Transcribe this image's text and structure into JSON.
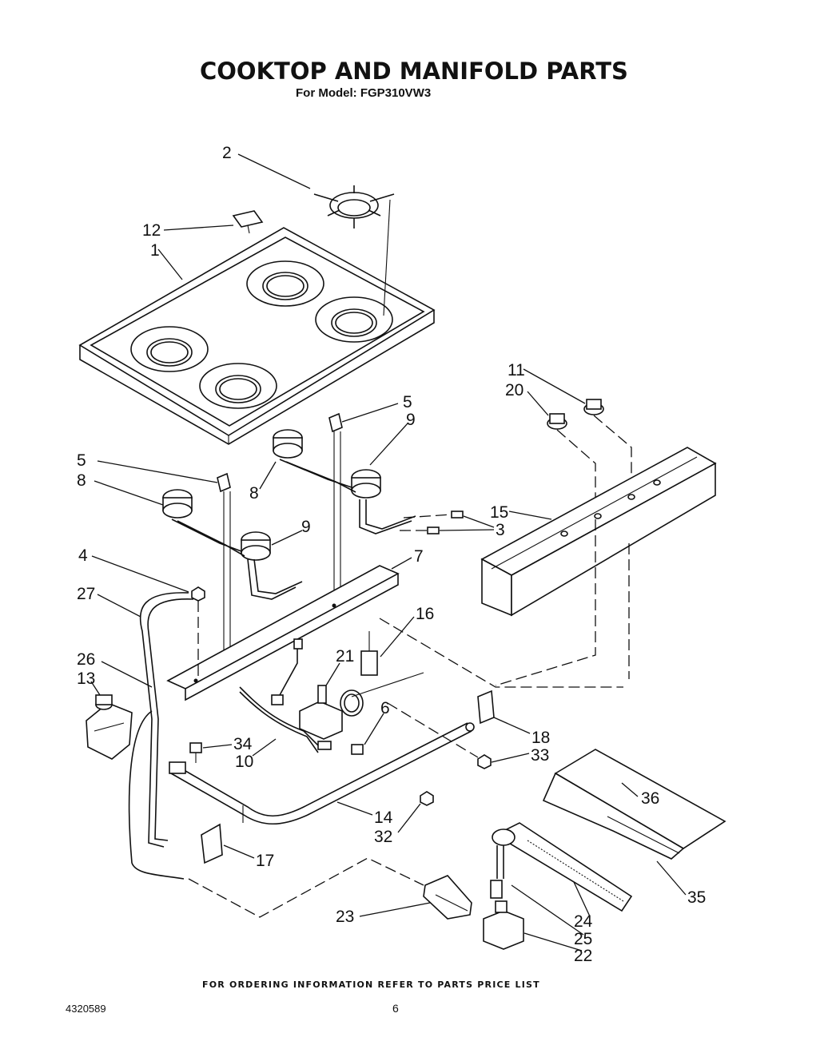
{
  "title": "COOKTOP AND MANIFOLD PARTS",
  "model_label": "For Model: FGP310VW3",
  "footer_note": "FOR ORDERING INFORMATION REFER TO PARTS PRICE LIST",
  "document_number": "4320589",
  "page_number": "6",
  "callouts": [
    "2",
    "12",
    "1",
    "11",
    "20",
    "5",
    "9",
    "8",
    "15",
    "3",
    "5",
    "8",
    "9",
    "4",
    "7",
    "27",
    "16",
    "21",
    "26",
    "13",
    "6",
    "18",
    "34",
    "10",
    "33",
    "36",
    "14",
    "32",
    "17",
    "35",
    "23",
    "24",
    "25",
    "22"
  ]
}
